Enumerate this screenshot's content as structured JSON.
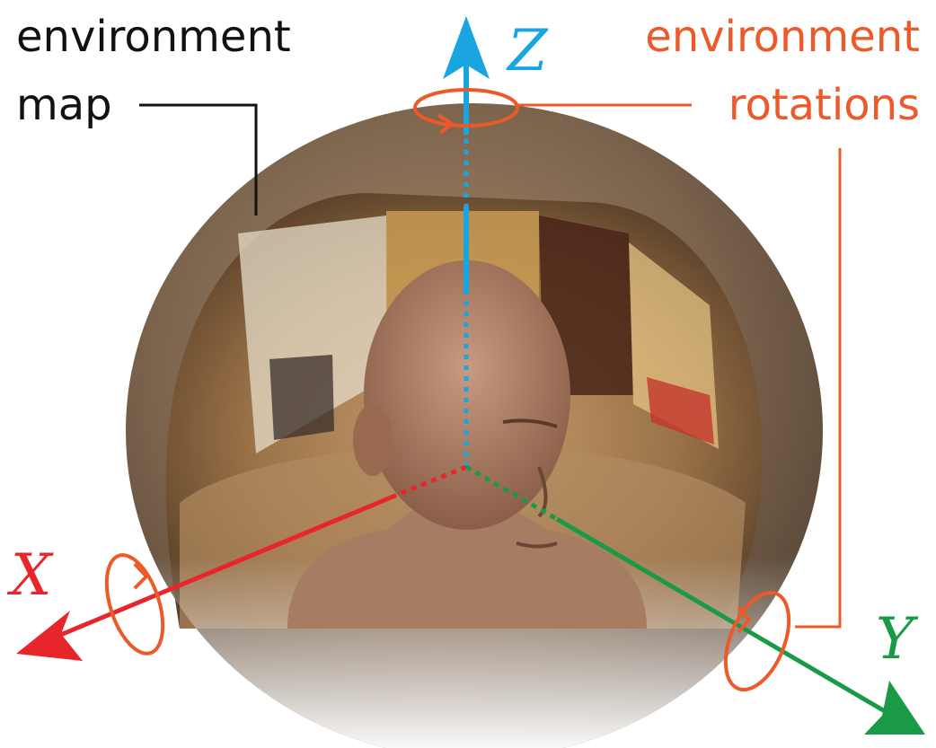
{
  "labels": {
    "env_map_line1": "environment",
    "env_map_line2": "map",
    "rotations_line1": "environment",
    "rotations_line2": "rotations",
    "axis_x": "X",
    "axis_y": "Y",
    "axis_z": "Z"
  },
  "colors": {
    "axis_x": "#e8252b",
    "axis_y": "#1a9a47",
    "axis_z": "#19a6e0",
    "rotation": "#ec5a2a",
    "callout": "#111111",
    "sphere_shell": "#8a7058",
    "room_floor": "#a07850",
    "room_wall": "#c49a5c"
  }
}
